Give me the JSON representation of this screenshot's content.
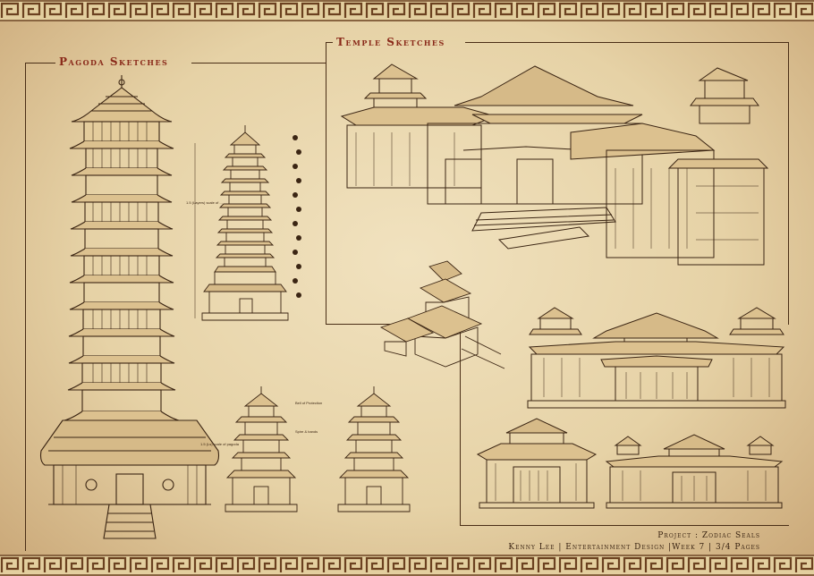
{
  "sheet": {
    "pagoda_heading": "Pagoda Sketches",
    "temple_heading": "Temple Sketches",
    "project_label": "Project : Zodiac Seals",
    "author_line": "Kenny Lee | Entertainment Design |Week 7 | 3/4 Pages"
  },
  "notes": {
    "height_note_1": "1.5 (Layers) scale of ...",
    "height_note_2": "1.5 (Ls) scale of pagoda",
    "bell_note": "Bell of Protection",
    "spire_note": "Spire & bands"
  },
  "colors": {
    "ink": "#3b2513",
    "heading_red": "#8a2a1a",
    "paper": "#ecdcb4",
    "border_brown": "#5a3a1e"
  },
  "icons": {
    "border": "greek-key-fret-pattern"
  }
}
